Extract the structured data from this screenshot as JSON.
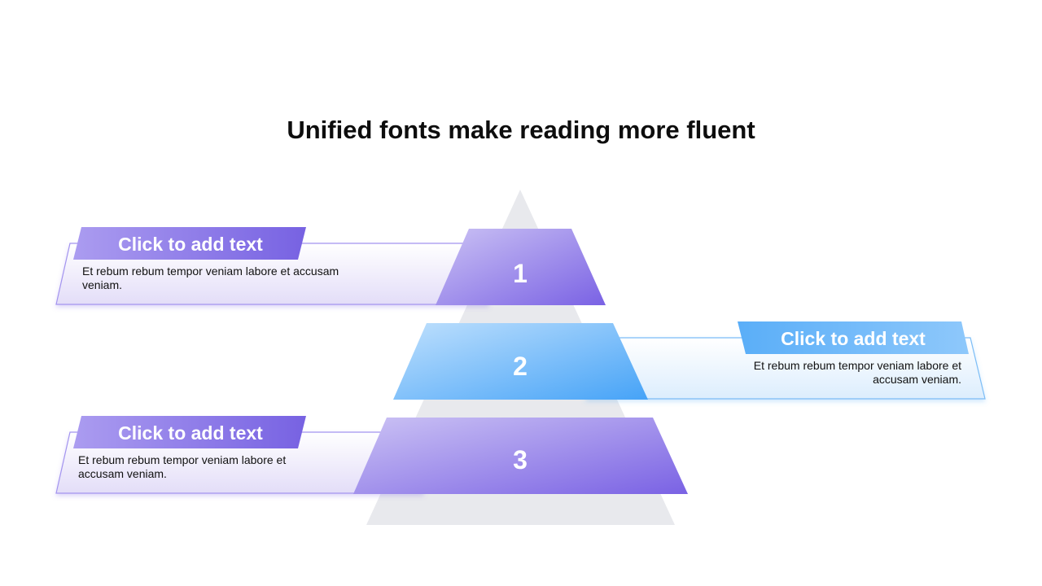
{
  "title": "Unified fonts make reading more fluent",
  "colors": {
    "purple_light": "#c7bdf3",
    "purple_dark": "#7a62e4",
    "blue_light": "#b7dcfd",
    "blue_dark": "#4aa6f8",
    "pyramid_gray": "#e8e9ed"
  },
  "levels": [
    {
      "number": "1",
      "heading": "Click to add text",
      "text": "Et rebum rebum tempor veniam labore et accusam veniam."
    },
    {
      "number": "2",
      "heading": "Click to add text",
      "text": "Et rebum rebum tempor veniam labore et accusam veniam."
    },
    {
      "number": "3",
      "heading": "Click to add text",
      "text": "Et rebum rebum tempor veniam labore et accusam veniam."
    }
  ]
}
